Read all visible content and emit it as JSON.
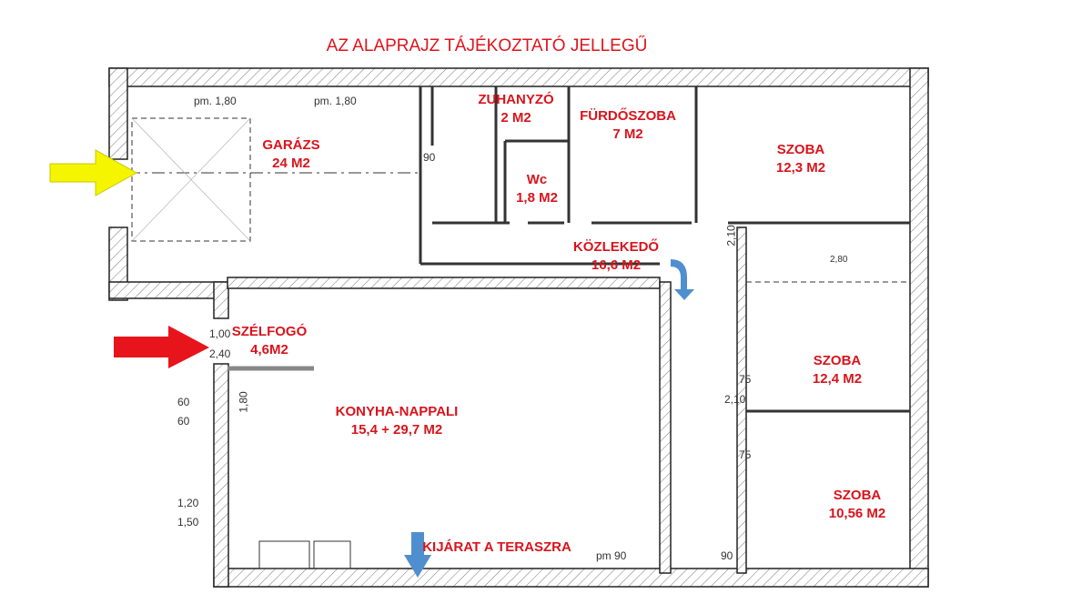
{
  "title": "AZ ALAPRAJZ TÁJÉKOZTATÓ JELLEGŰ",
  "rooms": [
    {
      "name": "GARÁZS",
      "area": "24 M2"
    },
    {
      "name": "ZUHANYZÓ",
      "area": "2 M2"
    },
    {
      "name": "FÜRDŐSZOBA",
      "area": "7 M2"
    },
    {
      "name": "SZOBA",
      "area": "12,3 M2"
    },
    {
      "name": "Wc",
      "area": "1,8 M2"
    },
    {
      "name": "KÖZLEKEDŐ",
      "area": "16,6 M2"
    },
    {
      "name": "SZÉLFOGÓ",
      "area": "4,6M2"
    },
    {
      "name": "SZOBA",
      "area": "12,4 M2"
    },
    {
      "name": "KONYHA-NAPPALI",
      "area": "15,4 + 29,7 M2"
    },
    {
      "name": "SZOBA",
      "area": "10,56 M2"
    }
  ],
  "exit_label": "KIJÁRAT A TERASZRA",
  "dimensions": {
    "window1": "pm. 1,80",
    "window2": "pm. 1,80",
    "door90": "90",
    "d210a": "2,10",
    "d210b": "2,10",
    "d75a": "75",
    "d75b": "75",
    "d100": "1,00",
    "d240": "2,40",
    "d60a": "60",
    "d60b": "60",
    "d120": "1,20",
    "d150": "1,50",
    "d180": "1,80",
    "pm90a": "pm 90",
    "pm90b": "90",
    "d280": "2,80"
  },
  "arrows": {
    "garage_entry": "#f5f500",
    "main_entry": "#e8141c",
    "internal": "#4f8fd0"
  }
}
